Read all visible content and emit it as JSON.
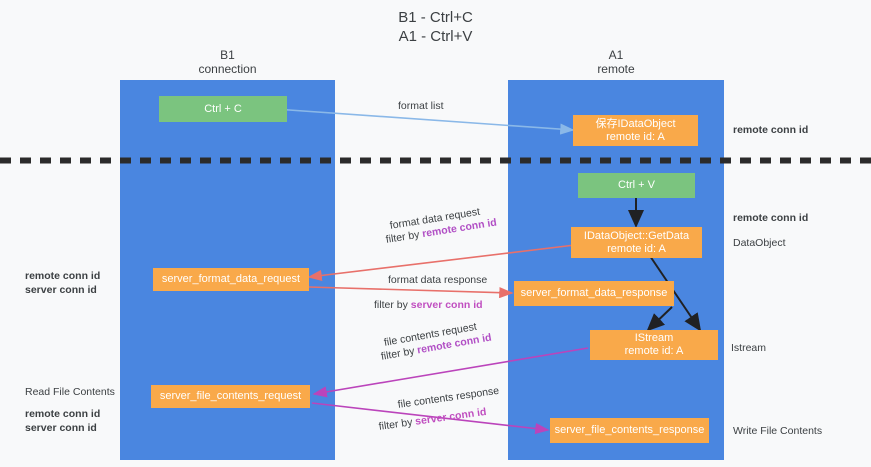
{
  "title": {
    "line1": "B1 - Ctrl+C",
    "line2": "A1 - Ctrl+V"
  },
  "columns": [
    {
      "name": "B1",
      "role": "connection"
    },
    {
      "name": "A1",
      "role": "remote"
    }
  ],
  "colors": {
    "lane": "#4a86e0",
    "node_green": "#7bc47f",
    "node_orange": "#f9a94a",
    "purple": "#b14fc5",
    "green_text": "#79c47f",
    "arrow_lightblue": "#8ab8e8",
    "arrow_red": "#e8706a",
    "arrow_magenta": "#bb44bb",
    "arrow_black": "#202124",
    "background": "#f8f9fa"
  },
  "nodes": {
    "ctrl_c": "Ctrl + C",
    "ctrl_v": "Ctrl + V",
    "save_idataobject_l1": "保存IDataObject",
    "save_idataobject_l2": "remote id: A",
    "getdata_l1": "IDataObject::GetData",
    "getdata_l2": "remote id: A",
    "istream_l1": "IStream",
    "istream_l2": "remote id: A",
    "server_format_data_request": "server_format_data_request",
    "server_format_data_response": "server_format_data_response",
    "server_file_contents_request": "server_file_contents_request",
    "server_file_contents_response": "server_file_contents_response"
  },
  "edges": {
    "format_list": "format list",
    "format_data_request": "format data request",
    "filter_by_prefix": "filter by ",
    "remote_conn_id": "remote conn id",
    "format_data_response": "format data response",
    "server_conn_id": "server conn id",
    "file_contents_request": "file contents request",
    "file_contents_response": "file contents response"
  },
  "annotations": {
    "right_remote_conn_id_top": "remote conn id",
    "right_remote_conn_id_mid": "remote conn id",
    "data_object": "DataObject",
    "istream": "Istream",
    "write_file_contents": "Write File Contents",
    "left_remote_conn_id": "remote conn id",
    "left_server_conn_id": "server conn id",
    "read_file_contents": "Read File Contents",
    "left_remote_conn_id_2": "remote conn id",
    "left_server_conn_id_2": "server conn id"
  }
}
